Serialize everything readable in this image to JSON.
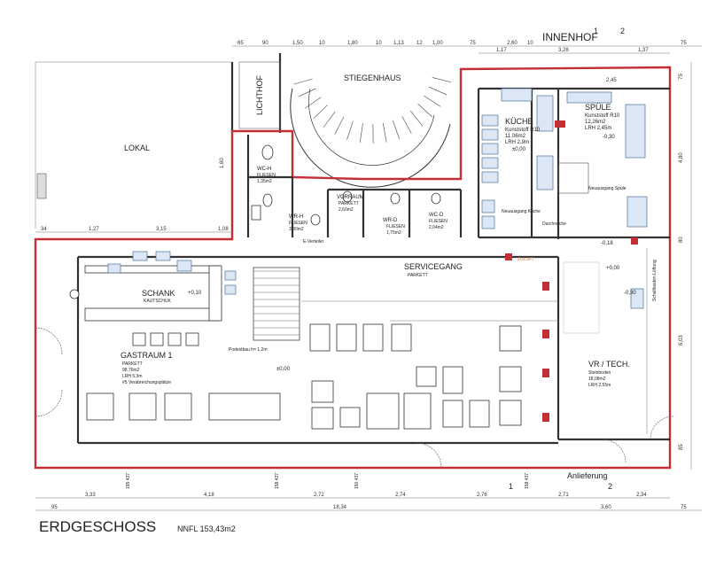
{
  "plan": {
    "title": "ERDGESCHOSS",
    "area": "NNFL 153,43m2",
    "neighbors": {
      "lokal": "LOKAL",
      "lichthof": "LICHTHOF",
      "stiegenhaus": "STIEGENHAUS",
      "innenhof": "INNENHOF"
    },
    "rooms": {
      "kueche": {
        "name": "KÜCHE",
        "floor": "Kunststoff R10",
        "area": "11,06m2",
        "height": "LRH 2,9m",
        "level": "±0,00"
      },
      "spuele": {
        "name": "SPÜLE",
        "floor": "Kunststoff R10",
        "area": "12,26m2",
        "height": "LRH 2,45m",
        "level": "-0,30"
      },
      "wch": {
        "name": "WC-H",
        "floor": "FLIESEN",
        "area": "1,35m2"
      },
      "wrh": {
        "name": "WR-H",
        "floor": "FLIESEN",
        "area": "3,80m2"
      },
      "vorraum": {
        "name": "VORRAUM",
        "floor": "PARKETT",
        "area": "2,60m2"
      },
      "wrd": {
        "name": "WR-D",
        "floor": "FLIESEN",
        "area": "1,75m2"
      },
      "wcd": {
        "name": "WC-D",
        "floor": "FLIESEN",
        "area": "2,04m2"
      },
      "servicegang": {
        "name": "SERVICEGANG",
        "floor": "PARKETT"
      },
      "schank": {
        "name": "SCHANK",
        "floor": "KAUTSCHUK",
        "level": "+0,10"
      },
      "gastraum": {
        "name": "GASTRAUM 1",
        "floor": "PARKETT",
        "area": "98,76m2",
        "height": "LRH 5,3m",
        "seats": "#5 Verabreichungsplätze",
        "level": "±0,00"
      },
      "vrtech": {
        "name": "VR / TECH.",
        "floor": "Steinboden",
        "area": "18,08m2",
        "height": "LRH 2,55m",
        "level1": "+0,00",
        "level2": "-0,30"
      }
    },
    "labels": {
      "anlieferung": "Anlieferung",
      "everteiler": "E-Verteiler",
      "durchreiche": "Durchreiche",
      "neuausgang_kueche": "Neuausgang Küche",
      "neuausgang_spuele": "Neuausgang Spüle",
      "level_018": "-0,18",
      "podest": "Podestbau h= 1,2m",
      "schaltkasten": "Schaltkasten Lüftung",
      "zuluft": "ZULUFT"
    },
    "dims_top": [
      "65",
      "90",
      "1,50",
      "10",
      "1,80",
      "10",
      "1,13",
      "12",
      "1,00",
      "75",
      "2,60",
      "10",
      "75"
    ],
    "dims_innenhof": [
      "1,17",
      "3,26",
      "1,37"
    ],
    "dims_bottom": [
      "3,33",
      "4,18",
      "2,72",
      "2,74",
      "2,76",
      "2,71",
      "2,34"
    ],
    "dims_bottom2": [
      "95",
      "18,34",
      "3,60",
      "75"
    ],
    "dims_right": [
      "2,45",
      "75",
      "4,80",
      "80",
      "6,03",
      "85"
    ],
    "dims_left": [
      "34",
      "1,27",
      "3,15",
      "1,08",
      "1,60"
    ],
    "dims_lower_row": [
      "195 437",
      "158 437",
      "150 437",
      "158 437"
    ],
    "section_marks": [
      "1",
      "2",
      "1",
      "2"
    ]
  }
}
